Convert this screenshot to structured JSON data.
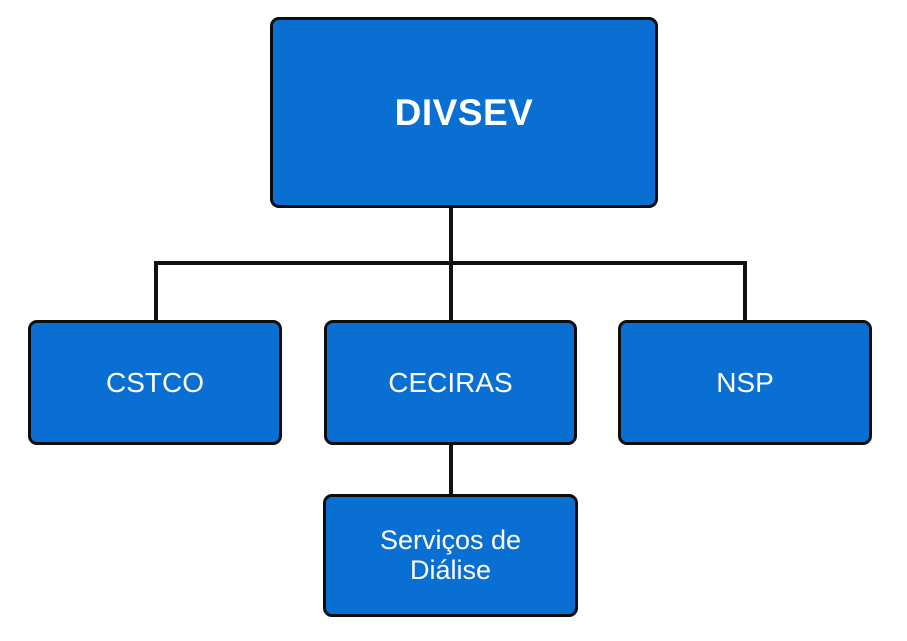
{
  "diagram": {
    "root": {
      "label": "DIVSEV"
    },
    "children": [
      {
        "label": "CSTCO"
      },
      {
        "label": "CECIRAS"
      },
      {
        "label": "NSP"
      }
    ],
    "grandchild": {
      "label": "Serviços de Diálise"
    },
    "colors": {
      "node_fill": "#0a6fd2",
      "node_border": "#0d0d0d",
      "node_text": "#ffffff",
      "connector": "#111111",
      "background": "#ffffff"
    }
  }
}
